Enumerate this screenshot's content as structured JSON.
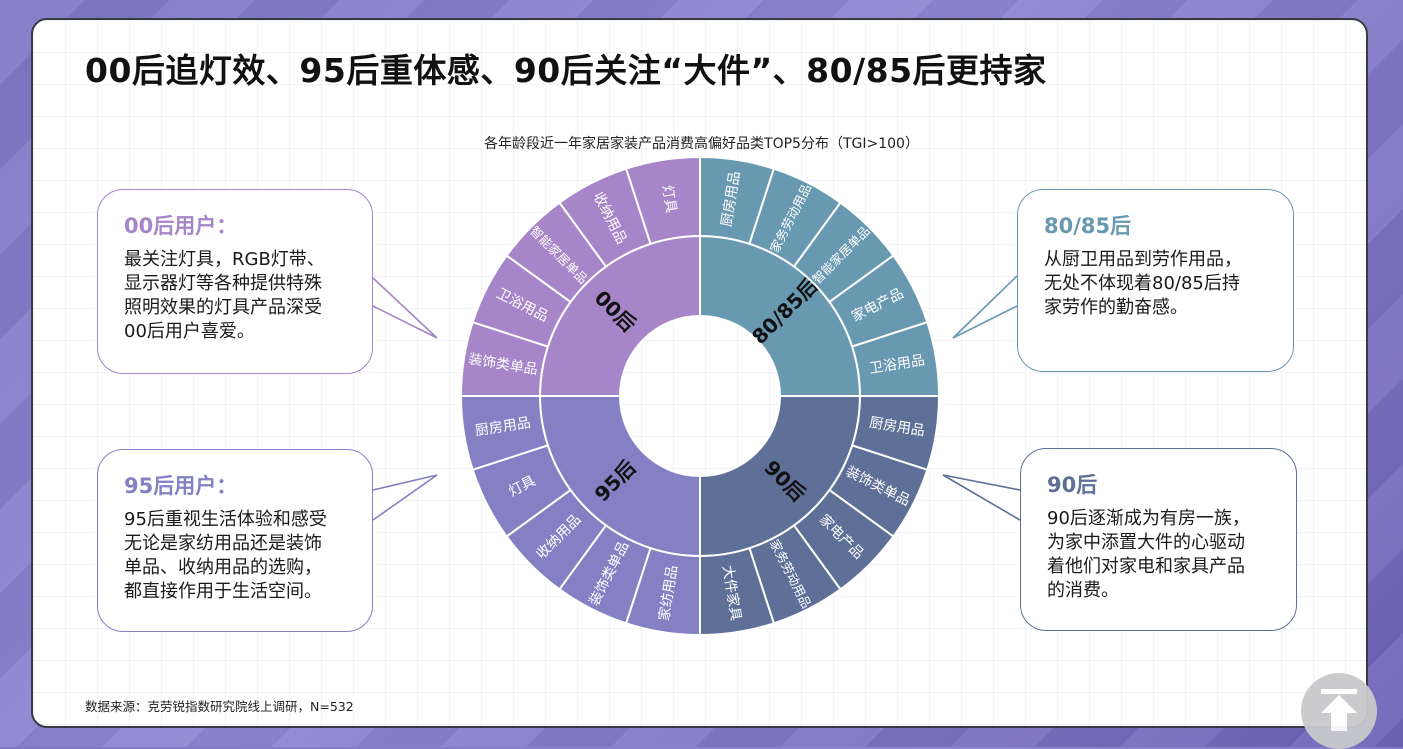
{
  "page": {
    "headline": "00后追灯效、95后重体感、90后关注“大件”、80/85后更持家",
    "source": "数据来源：克劳锐指数研究院线上调研，N=532"
  },
  "chart_data": {
    "type": "sunburst",
    "title": "各年龄段近一年家居家装产品消费高偏好品类TOP5分布（TGI>100）",
    "groups": [
      {
        "name": "00后",
        "color": "#a685c8",
        "items": [
          "装饰类单品",
          "卫浴用品",
          "智能家居单品",
          "收纳用品",
          "灯具"
        ]
      },
      {
        "name": "80/85后",
        "color": "#6899b0",
        "items": [
          "厨房用品",
          "家务劳动用品",
          "智能家居单品",
          "家电产品",
          "卫浴用品"
        ]
      },
      {
        "name": "90后",
        "color": "#5e6f98",
        "items": [
          "厨房用品",
          "装饰类单品",
          "家电产品",
          "家务劳动用品",
          "大件家具"
        ]
      },
      {
        "name": "95后",
        "color": "#8480c4",
        "items": [
          "厨房用品",
          "灯具",
          "收纳用品",
          "装饰类单品",
          "家纺用品"
        ]
      }
    ]
  },
  "bubbles": {
    "b00": {
      "title": "00后用户：",
      "text": "最关注灯具，RGB灯带、\n显示器灯等各种提供特殊\n照明效果的灯具产品深受\n00后用户喜爱。",
      "color": "#a685c8"
    },
    "b95": {
      "title": "95后用户：",
      "text": "95后重视生活体验和感受\n无论是家纺用品还是装饰\n单品、收纳用品的选购，\n都直接作用于生活空间。",
      "color": "#8480c4"
    },
    "b80": {
      "title": "80/85后",
      "text": "从厨卫用品到劳作用品，\n无处不体现着80/85后持\n家劳作的勤奋感。",
      "color": "#6899b0"
    },
    "b90": {
      "title": "90后",
      "text": "90后逐渐成为有房一族，\n为家中添置大件的心驱动\n着他们对家电和家具产品\n的消费。",
      "color": "#5e6f98"
    }
  },
  "controls": {
    "back_to_top": "back-to-top"
  }
}
